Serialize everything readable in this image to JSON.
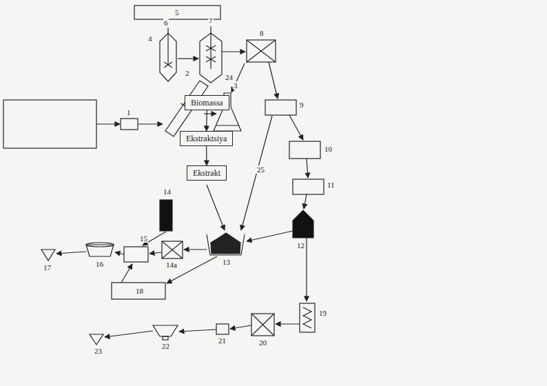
{
  "diagram": {
    "nodes": [
      {
        "text": [
          "Biomassa"
        ]
      },
      {
        "text": [
          "Ekstraktsiya"
        ]
      },
      {
        "text": [
          "Ekstrakt"
        ]
      }
    ],
    "edges": [
      {
        "from": 0,
        "to": 1,
        "arrow": "to"
      },
      {
        "from": 1,
        "to": 2,
        "arrow": "to"
      }
    ],
    "labels": [
      "1",
      "2",
      "3",
      "4",
      "5",
      "6",
      "7",
      "8",
      "9",
      "10",
      "11",
      "12",
      "13",
      "14",
      "14a",
      "15",
      "16",
      "17",
      "18",
      "19",
      "20",
      "21",
      "22",
      "23",
      "24",
      "25"
    ]
  }
}
